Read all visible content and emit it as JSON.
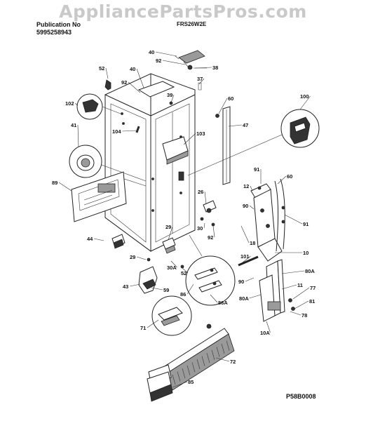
{
  "watermark": "AppliancePartsPros.com",
  "header": {
    "publication_label": "Publication No",
    "publication_number": "5995258943",
    "model": "FRS26W2E"
  },
  "figure_code": "P58B0008",
  "part_labels": [
    "40",
    "92",
    "38",
    "52",
    "40",
    "92",
    "39",
    "37",
    "102",
    "60",
    "47",
    "100",
    "41",
    "104",
    "103",
    "91",
    "89",
    "26",
    "60",
    "12",
    "90",
    "91",
    "30",
    "92",
    "18",
    "44",
    "29",
    "10",
    "101",
    "29",
    "30A",
    "52",
    "90",
    "80A",
    "43",
    "59",
    "86",
    "86A",
    "80A",
    "11",
    "77",
    "81",
    "78",
    "71",
    "10A",
    "72",
    "85"
  ]
}
